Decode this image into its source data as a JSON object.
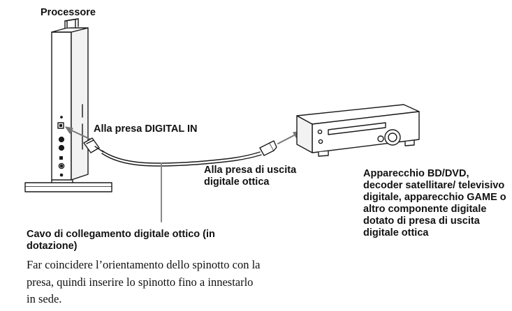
{
  "labels": {
    "processor": "Processore",
    "digital_in": "Alla presa DIGITAL IN",
    "optical_out_jack": "Alla presa di uscita digitale ottica",
    "source_device": "Apparecchio BD/DVD, decoder satellitare/ televisivo digitale, apparecchio GAME o altro componente digitale dotato di presa di uscita digitale ottica"
  },
  "cable": {
    "title": "Cavo di collegamento digitale ottico (in dotazione)",
    "note": "Far coincidere l’orientamento dello spinotto con la presa, quindi inserire lo spinotto fino a innestarlo in sede."
  }
}
